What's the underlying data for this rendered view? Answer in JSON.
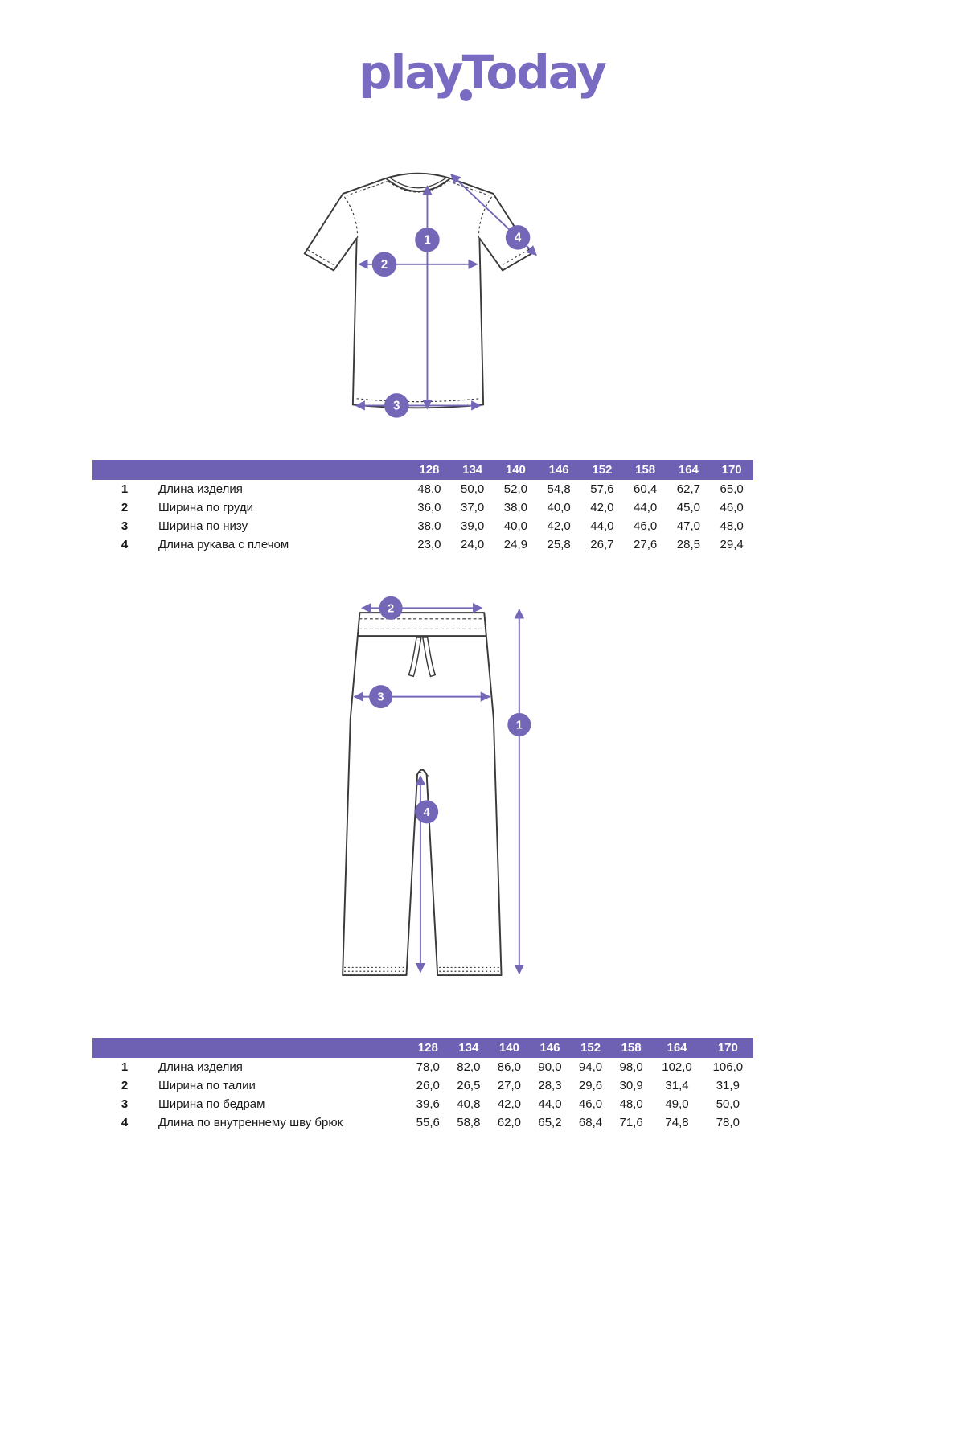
{
  "page": {
    "background": "#ffffff",
    "accent": "#7467b8",
    "table_header_bg": "#6e61b3",
    "line_art_color": "#3a3a3a"
  },
  "brand": {
    "logo": "playToday"
  },
  "shirt_figure": {
    "markers": [
      "1",
      "2",
      "3",
      "4"
    ]
  },
  "pants_figure": {
    "markers": [
      "1",
      "2",
      "3",
      "4"
    ]
  },
  "shirt_table": {
    "sizes": [
      "128",
      "134",
      "140",
      "146",
      "152",
      "158",
      "164",
      "170"
    ],
    "rows": [
      {
        "num": "1",
        "label": "Длина изделия",
        "values": [
          "48,0",
          "50,0",
          "52,0",
          "54,8",
          "57,6",
          "60,4",
          "62,7",
          "65,0"
        ]
      },
      {
        "num": "2",
        "label": "Ширина по груди",
        "values": [
          "36,0",
          "37,0",
          "38,0",
          "40,0",
          "42,0",
          "44,0",
          "45,0",
          "46,0"
        ]
      },
      {
        "num": "3",
        "label": "Ширина по низу",
        "values": [
          "38,0",
          "39,0",
          "40,0",
          "42,0",
          "44,0",
          "46,0",
          "47,0",
          "48,0"
        ]
      },
      {
        "num": "4",
        "label": "Длина рукава с плечом",
        "values": [
          "23,0",
          "24,0",
          "24,9",
          "25,8",
          "26,7",
          "27,6",
          "28,5",
          "29,4"
        ]
      }
    ]
  },
  "pants_table": {
    "sizes": [
      "128",
      "134",
      "140",
      "146",
      "152",
      "158",
      "164",
      "170"
    ],
    "rows": [
      {
        "num": "1",
        "label": "Длина изделия",
        "values": [
          "78,0",
          "82,0",
          "86,0",
          "90,0",
          "94,0",
          "98,0",
          "102,0",
          "106,0"
        ]
      },
      {
        "num": "2",
        "label": "Ширина по талии",
        "values": [
          "26,0",
          "26,5",
          "27,0",
          "28,3",
          "29,6",
          "30,9",
          "31,4",
          "31,9"
        ]
      },
      {
        "num": "3",
        "label": "Ширина по бедрам",
        "values": [
          "39,6",
          "40,8",
          "42,0",
          "44,0",
          "46,0",
          "48,0",
          "49,0",
          "50,0"
        ]
      },
      {
        "num": "4",
        "label": "Длина по внутреннему шву брюк",
        "values": [
          "55,6",
          "58,8",
          "62,0",
          "65,2",
          "68,4",
          "71,6",
          "74,8",
          "78,0"
        ]
      }
    ]
  }
}
